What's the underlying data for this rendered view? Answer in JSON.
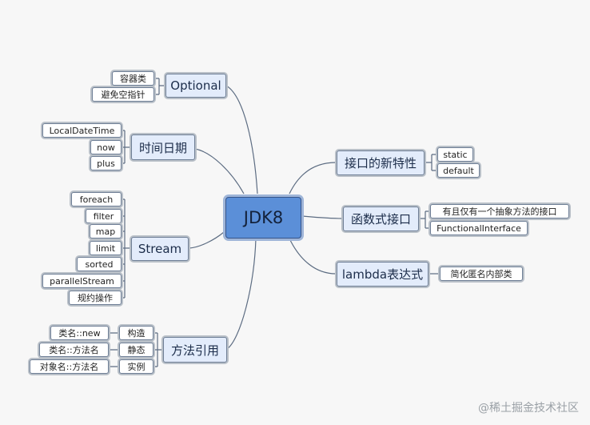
{
  "root": "JDK8",
  "branches": {
    "optional": {
      "label": "Optional",
      "children": [
        "容器类",
        "避免空指针"
      ]
    },
    "datetime": {
      "label": "时间日期",
      "children": [
        "LocalDateTime",
        "now",
        "plus"
      ]
    },
    "stream": {
      "label": "Stream",
      "children": [
        "foreach",
        "filter",
        "map",
        "limit",
        "sorted",
        "parallelStream",
        "规约操作"
      ]
    },
    "methodref": {
      "label": "方法引用",
      "children": [
        {
          "label": "构造",
          "example": "类名::new"
        },
        {
          "label": "静态",
          "example": "类名::方法名"
        },
        {
          "label": "实例",
          "example": "对象名::方法名"
        }
      ]
    },
    "interface": {
      "label": "接口的新特性",
      "children": [
        "static",
        "default"
      ]
    },
    "functional": {
      "label": "函数式接口",
      "children": [
        "有且仅有一个抽象方法的接口",
        "FunctionalInterface"
      ]
    },
    "lambda": {
      "label": "lambda表达式",
      "children": [
        "简化匿名内部类"
      ]
    }
  },
  "watermark": "@稀土掘金技术社区",
  "colors": {
    "root_fill": "#5b8fd8",
    "branch_fill": "#e3ecfb",
    "leaf_fill": "#ffffff",
    "edge": "#5c6c82"
  }
}
